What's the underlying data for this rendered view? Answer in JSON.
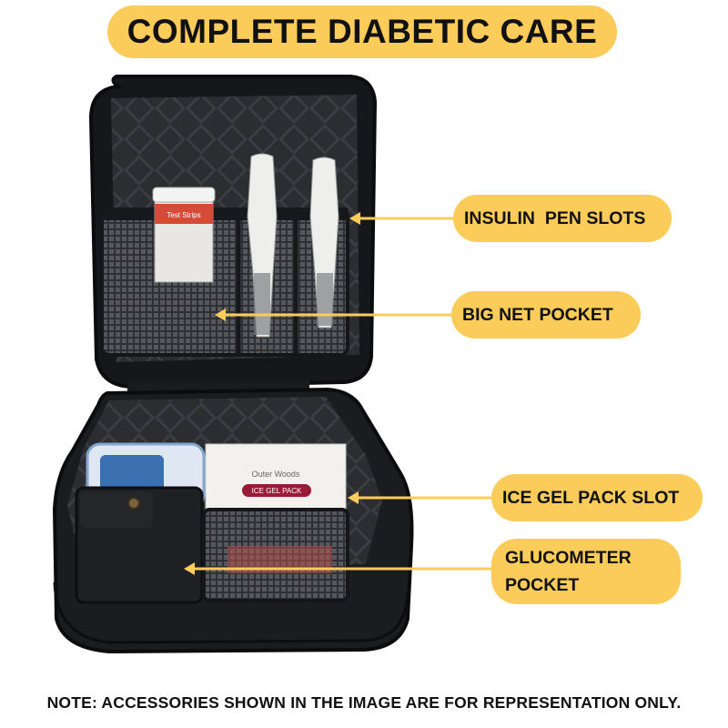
{
  "title": "COMPLETE DIABETIC CARE",
  "callouts": {
    "insulin_pen_slots": "INSULIN  PEN SLOTS",
    "big_net_pocket": "BIG NET POCKET",
    "ice_gel_pack_slot": "ICE GEL PACK SLOT",
    "glucometer_pocket_line1": "GLUCOMETER",
    "glucometer_pocket_line2": "POCKET"
  },
  "product_labels": {
    "test_strips": "Test Strips",
    "ice_pack_brand": "Outer Woods",
    "ice_pack_label": "ICE GEL PACK"
  },
  "note": "NOTE: ACCESSORIES SHOWN IN THE IMAGE ARE FOR REPRESENTATION ONLY.",
  "colors": {
    "accent": "#fccc5a",
    "case_body": "#1d1e21",
    "lining": "#2a2c30",
    "ice_pack_label": "#9a1a3a"
  }
}
